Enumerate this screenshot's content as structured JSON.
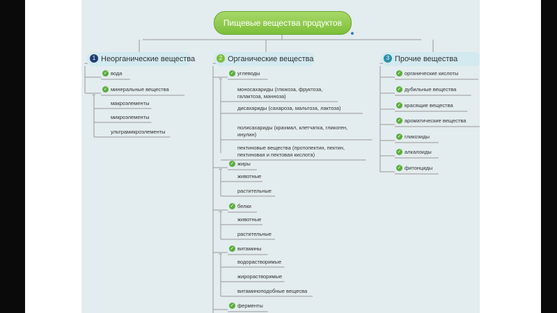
{
  "root": {
    "title": "Пищевые вещества продуктов"
  },
  "branches": [
    {
      "num": "1",
      "label": "Неорганические вещества",
      "num_color": "#1f3e74",
      "items": [
        {
          "label": "вода",
          "checked": true
        },
        {
          "label": "минеральные вещества",
          "checked": true,
          "children": [
            "макроэлементы",
            "микроэлементы",
            "ультрамикроэлементы"
          ]
        }
      ]
    },
    {
      "num": "2",
      "label": "Органические вещества",
      "num_color": "#7cbf38",
      "items": [
        {
          "label": "углеводы",
          "checked": true,
          "children": [
            "моносахариды (глюкоза, фруктоза,\nгалактоза, манноза)",
            "дисахариды (сахароза, мальтоза, лактоза)",
            "полисахариды (крахмал, клетчатка, гликоген,\nинулин)",
            "пектиновые вещества (протопектин, пектин,\nпектиновая и пектовая кислота)"
          ]
        },
        {
          "label": "жиры",
          "checked": true,
          "children": [
            "животные",
            "растительные"
          ]
        },
        {
          "label": "белки",
          "checked": true,
          "children": [
            "животные",
            "растительные"
          ]
        },
        {
          "label": "витамины",
          "checked": true,
          "children": [
            "водорастворимые",
            "жирорастворимые",
            "витаминоподобные вещесва"
          ]
        },
        {
          "label": "ферменты",
          "checked": true
        }
      ]
    },
    {
      "num": "3",
      "label": "Прочие вещества",
      "num_color": "#2a8fa8",
      "items": [
        {
          "label": "органические кислоты",
          "checked": true
        },
        {
          "label": "дубильные вещества",
          "checked": true
        },
        {
          "label": "красящие вещества",
          "checked": true
        },
        {
          "label": "ароматические вещества",
          "checked": true
        },
        {
          "label": "гликозиды",
          "checked": true
        },
        {
          "label": "алкалоиды",
          "checked": true
        },
        {
          "label": "фитонциды",
          "checked": true
        }
      ]
    }
  ],
  "icons": {
    "check": "check-icon",
    "collapse": "collapse-icon",
    "number_badge": "number-badge-icon"
  },
  "colors": {
    "canvas": "#e3ecee",
    "root_fill": "#8cc94a",
    "branch_fill": "#d2eaf0",
    "check": "#5aae3c",
    "line": "#999999"
  }
}
